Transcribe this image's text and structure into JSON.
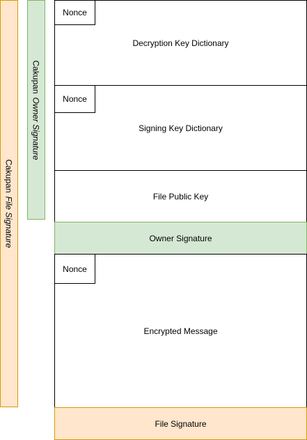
{
  "diagram": {
    "sections": {
      "decryption_key_dictionary": {
        "label": "Decryption Key Dictionary",
        "nonce": "Nonce"
      },
      "signing_key_dictionary": {
        "label": "Signing Key Dictionary",
        "nonce": "Nonce"
      },
      "file_public_key": {
        "label": "File Public Key"
      },
      "owner_signature": {
        "label": "Owner Signature"
      },
      "encrypted_message": {
        "label": "Encrypted Message",
        "nonce": "Nonce"
      },
      "file_signature": {
        "label": "File Signature"
      }
    },
    "scope_brackets": {
      "file_signature_scope": {
        "prefix": "Cakupan",
        "name": "File Signature"
      },
      "owner_signature_scope": {
        "prefix": "Cakupan",
        "name": "Owner Signature"
      }
    },
    "colors": {
      "green_fill": "#d5e8d4",
      "green_stroke": "#82b366",
      "orange_fill": "#ffe6cc",
      "orange_stroke": "#d79b00"
    }
  }
}
